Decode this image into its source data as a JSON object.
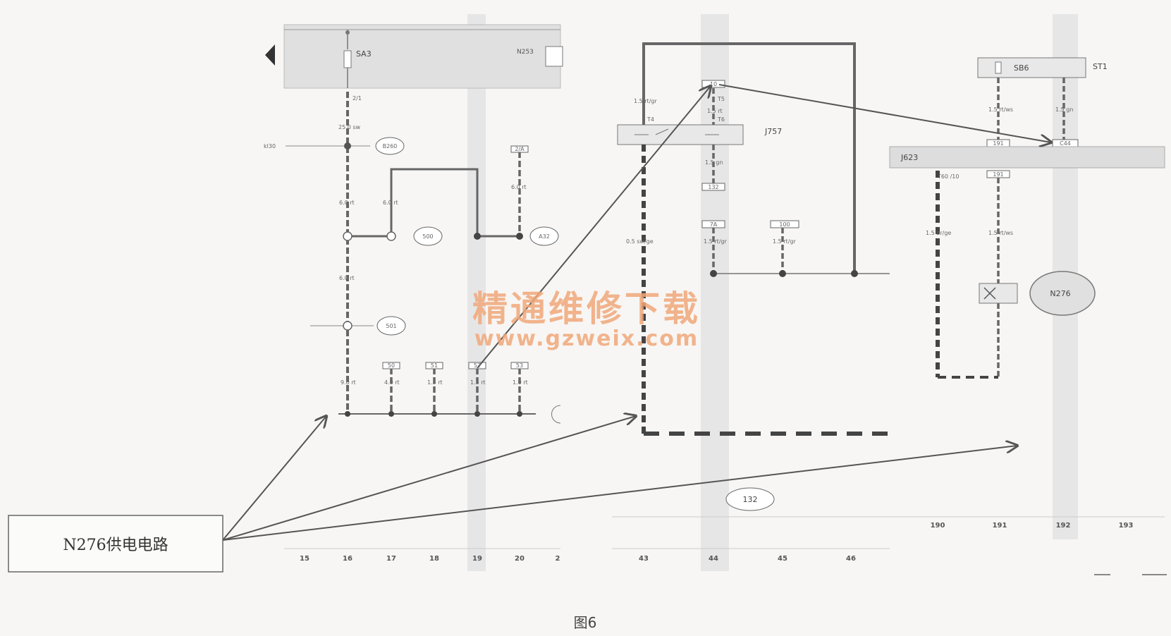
{
  "callout": {
    "label": "N276供电电路"
  },
  "caption": "图6",
  "watermark": {
    "line1": "精通维修下载",
    "line2": "www.gzweix.com"
  },
  "colors": {
    "wire": "#666666",
    "arrow": "#555555",
    "band": "#e6e6e6",
    "bar": "#dddddd",
    "watermark": "#f1a87a"
  },
  "panel_left": {
    "fuse": "SA3",
    "relay_top": "N253",
    "line_label": "kl30",
    "fuse_pin": "2/1",
    "main_wire": "25.0 sw",
    "splices": [
      "B260",
      "500",
      "501"
    ],
    "ground": "A32",
    "conn_top": "2/A",
    "conns_bottom": [
      "50",
      "51",
      "52",
      "53"
    ],
    "wires": [
      "6.0 rt",
      "6.0 rt",
      "6.0 rt",
      "6.0 rt",
      "9.0 rt",
      "4.0 rt",
      "1.5 rt",
      "1.5 rt",
      "1.0 rt"
    ],
    "columns": [
      "15",
      "16",
      "17",
      "18",
      "19",
      "20",
      "2"
    ]
  },
  "panel_middle": {
    "relay": "J757",
    "pins_top": [
      "T4",
      "T5",
      "T6"
    ],
    "pin_top_box": "10",
    "pins_lower": [
      "132",
      "7A",
      "100"
    ],
    "wires": [
      "1.5 rt/gr",
      "1.5 rt",
      "0.5 sw/ge",
      "1.5 gn",
      "1.5 rt/gr",
      "1.5 rt/gr"
    ],
    "splice": "132",
    "columns": [
      "43",
      "44",
      "45",
      "46"
    ]
  },
  "panel_right": {
    "fuse": "SB6",
    "fuse_block": "ST1",
    "control_unit": "J623",
    "pins": [
      "191",
      "C44"
    ],
    "pin_t60": "T60 /10",
    "pin_lower": "191",
    "wires": [
      "1.5 rt/ws",
      "1.5 gn",
      "1.5 br/ge",
      "1.5 rt/ws"
    ],
    "component": "N276",
    "columns": [
      "190",
      "191",
      "192",
      "193"
    ]
  }
}
